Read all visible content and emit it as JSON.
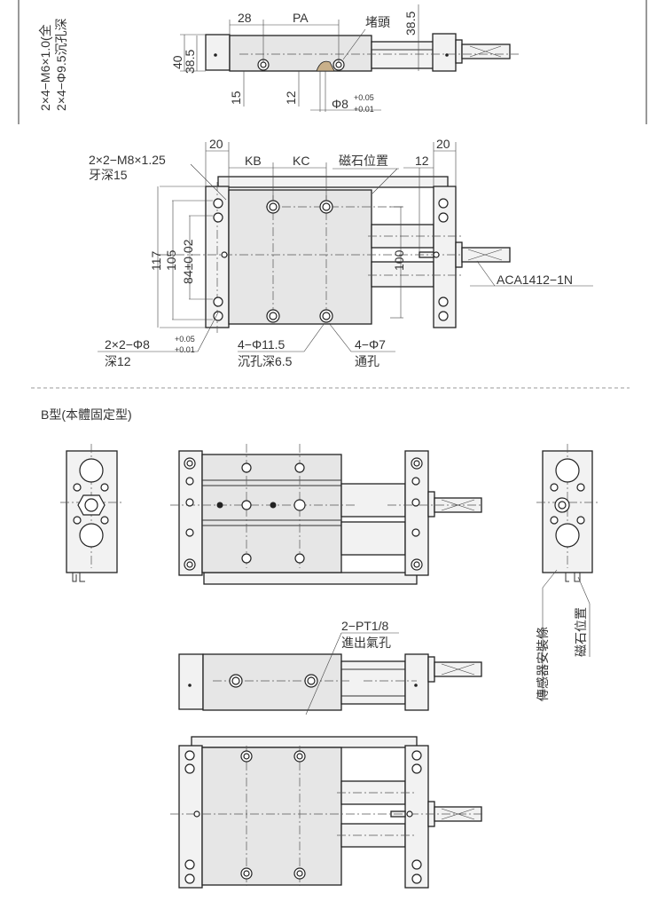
{
  "top_section": {
    "left_note_1": "2×4−M6×1.0(全",
    "left_note_2": "2×4−Φ9.5沉孔深",
    "side_view": {
      "dim_28": "28",
      "dim_pa": "PA",
      "plug_label": "堵頭",
      "dim_38_5_right": "38.5",
      "dim_40": "40",
      "dim_38_5_left": "38.5",
      "dim_15": "15",
      "dim_12": "12",
      "pin_dia": "Φ8",
      "pin_tol_upper": "+0.05",
      "pin_tol_lower": "+0.01"
    },
    "plan_view": {
      "dim_20_left": "20",
      "dim_20_right": "20",
      "dim_kb": "KB",
      "dim_kc": "KC",
      "magnet_label": "磁石位置",
      "dim_12": "12",
      "thread_note_1": "2×2−M8×1.25",
      "thread_note_2": "牙深15",
      "dim_117": "117",
      "dim_105": "105",
      "dim_84": "84±0.02",
      "dim_100": "100",
      "part_number": "ACA1412−1N",
      "pin_note_1": "2×2−Φ8",
      "pin_tol_upper": "+0.05",
      "pin_tol_lower": "+0.01",
      "pin_note_2": "深12",
      "cbore_note_1": "4−Φ11.5",
      "cbore_note_2": "沉孔深6.5",
      "through_note_1": "4−Φ7",
      "through_note_2": "通孔"
    }
  },
  "b_type": {
    "title": "B型(本體固定型)",
    "port_note_1": "2−PT1/8",
    "port_note_2": "進出氣孔",
    "sensor_rail_label": "傳感器安裝條",
    "magnet_label": "磁石位置"
  }
}
